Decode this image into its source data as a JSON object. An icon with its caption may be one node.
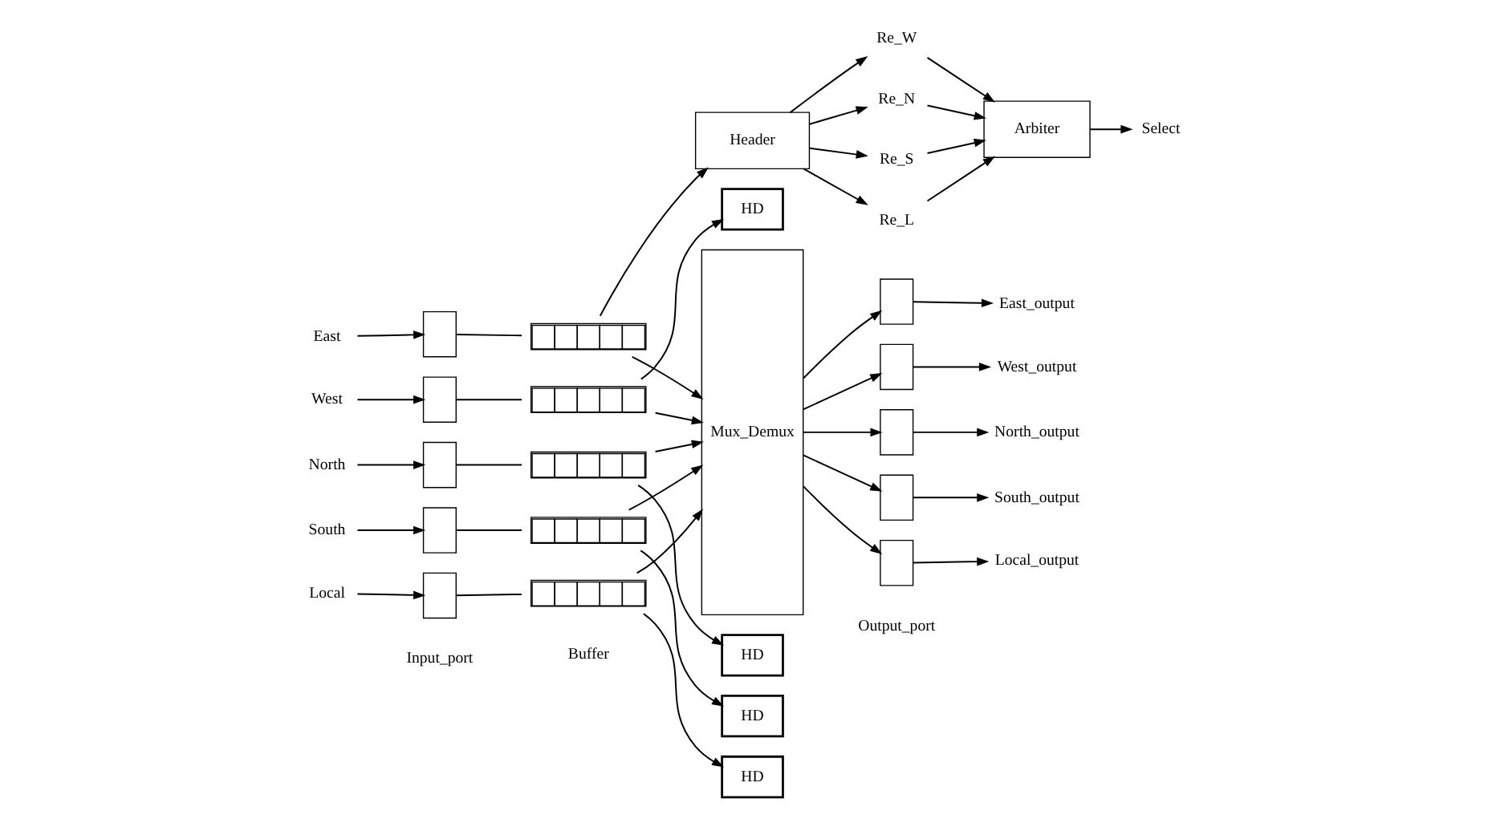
{
  "diagram": {
    "nodes": [
      {
        "text": [
          "East"
        ]
      },
      {
        "text": [
          "West"
        ]
      },
      {
        "text": [
          "North"
        ]
      },
      {
        "text": [
          "South"
        ]
      },
      {
        "text": [
          "Local"
        ]
      },
      {
        "text": [],
        "shape": "box"
      },
      {
        "text": [],
        "shape": "box"
      },
      {
        "text": [],
        "shape": "box"
      },
      {
        "text": [],
        "shape": "box"
      },
      {
        "text": [],
        "shape": "box"
      },
      {
        "text": [],
        "shape": "bar"
      },
      {
        "text": [],
        "shape": "bar"
      },
      {
        "text": [],
        "shape": "bar"
      },
      {
        "text": [],
        "shape": "bar"
      },
      {
        "text": [],
        "shape": "bar"
      },
      {
        "text": [
          "Header"
        ]
      },
      {
        "text": [
          "HD"
        ]
      },
      {
        "text": [
          "HD"
        ]
      },
      {
        "text": [
          "HD"
        ]
      },
      {
        "text": [
          "HD"
        ]
      },
      {
        "text": [
          "Mux_Demux"
        ]
      },
      {
        "text": [
          "Re_W"
        ]
      },
      {
        "text": [
          "Re_N"
        ]
      },
      {
        "text": [
          "Re_S"
        ]
      },
      {
        "text": [
          "Re_L"
        ]
      },
      {
        "text": [
          "Arbiter"
        ]
      },
      {
        "text": [
          "Select"
        ]
      },
      {
        "text": [],
        "shape": "box"
      },
      {
        "text": [],
        "shape": "box"
      },
      {
        "text": [],
        "shape": "box"
      },
      {
        "text": [],
        "shape": "box"
      },
      {
        "text": [],
        "shape": "box"
      },
      {
        "text": [
          "East_output"
        ]
      },
      {
        "text": [
          "West_output"
        ]
      },
      {
        "text": [
          "North_output"
        ]
      },
      {
        "text": [
          "South_output"
        ]
      },
      {
        "text": [
          "Local_output"
        ]
      }
    ],
    "edges": [
      {
        "from": 0,
        "to": 5,
        "arrow": "to"
      },
      {
        "from": 1,
        "to": 6,
        "arrow": "to"
      },
      {
        "from": 2,
        "to": 7,
        "arrow": "to"
      },
      {
        "from": 3,
        "to": 8,
        "arrow": "to"
      },
      {
        "from": 4,
        "to": 9,
        "arrow": "to"
      },
      {
        "from": 5,
        "to": 10,
        "arrow": "none"
      },
      {
        "from": 6,
        "to": 11,
        "arrow": "none"
      },
      {
        "from": 7,
        "to": 12,
        "arrow": "none"
      },
      {
        "from": 8,
        "to": 13,
        "arrow": "none"
      },
      {
        "from": 9,
        "to": 14,
        "arrow": "none"
      },
      {
        "from": 10,
        "to": 15,
        "arrow": "to"
      },
      {
        "from": 10,
        "to": 20,
        "arrow": "to"
      },
      {
        "from": 11,
        "to": 20,
        "arrow": "to"
      },
      {
        "from": 12,
        "to": 20,
        "arrow": "to"
      },
      {
        "from": 13,
        "to": 20,
        "arrow": "to"
      },
      {
        "from": 14,
        "to": 20,
        "arrow": "to"
      },
      {
        "from": 11,
        "to": 16,
        "arrow": "to"
      },
      {
        "from": 12,
        "to": 17,
        "arrow": "to"
      },
      {
        "from": 13,
        "to": 18,
        "arrow": "to"
      },
      {
        "from": 14,
        "to": 19,
        "arrow": "to"
      },
      {
        "from": 15,
        "to": 21,
        "arrow": "to"
      },
      {
        "from": 15,
        "to": 22,
        "arrow": "to"
      },
      {
        "from": 15,
        "to": 23,
        "arrow": "to"
      },
      {
        "from": 15,
        "to": 24,
        "arrow": "to"
      },
      {
        "from": 21,
        "to": 25,
        "arrow": "to"
      },
      {
        "from": 22,
        "to": 25,
        "arrow": "to"
      },
      {
        "from": 23,
        "to": 25,
        "arrow": "to"
      },
      {
        "from": 24,
        "to": 25,
        "arrow": "to"
      },
      {
        "from": 25,
        "to": 26,
        "arrow": "to"
      },
      {
        "from": 20,
        "to": 27,
        "arrow": "to"
      },
      {
        "from": 20,
        "to": 28,
        "arrow": "to"
      },
      {
        "from": 20,
        "to": 29,
        "arrow": "to"
      },
      {
        "from": 20,
        "to": 30,
        "arrow": "to"
      },
      {
        "from": 20,
        "to": 31,
        "arrow": "to"
      },
      {
        "from": 27,
        "to": 32,
        "arrow": "to"
      },
      {
        "from": 28,
        "to": 33,
        "arrow": "to"
      },
      {
        "from": 29,
        "to": 34,
        "arrow": "to"
      },
      {
        "from": 30,
        "to": 35,
        "arrow": "to"
      },
      {
        "from": 31,
        "to": 36,
        "arrow": "to"
      }
    ],
    "labels": [
      "Input_port",
      "Buffer",
      "Output_port"
    ]
  }
}
